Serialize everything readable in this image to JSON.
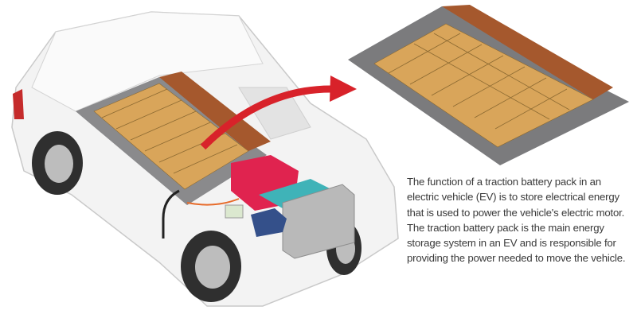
{
  "caption": {
    "lines": [
      "The function of a traction battery pack in an",
      "electric vehicle (EV) is to store electrical energy",
      "that is used to power the vehicle's electric motor.",
      "The traction battery pack is the main energy",
      "storage system in an EV and is responsible for",
      "providing the power needed to move the vehicle."
    ]
  },
  "colors": {
    "cell": "#d9a55a",
    "module_gray": "#6e6e70",
    "module_brown": "#a5582d",
    "arrow": "#d8222a",
    "car_body": "#f4f4f4"
  }
}
